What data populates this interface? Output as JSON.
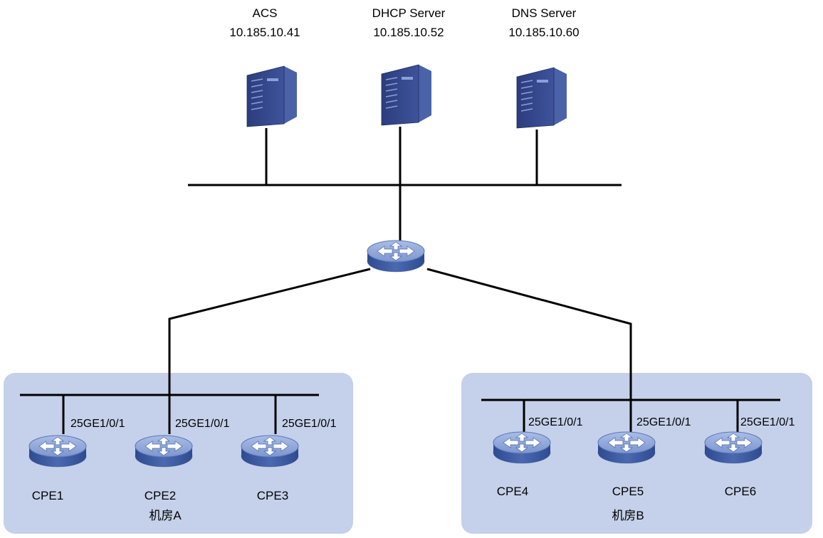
{
  "servers": [
    {
      "name": "ACS",
      "ip": "10.185.10.41",
      "icon": "server-icon"
    },
    {
      "name": "DHCP Server",
      "ip": "10.185.10.52",
      "icon": "server-icon"
    },
    {
      "name": "DNS Server",
      "ip": "10.185.10.60",
      "icon": "server-icon"
    }
  ],
  "core": {
    "icon": "switch-icon"
  },
  "rooms": [
    {
      "name": "机房A",
      "devices": [
        {
          "name": "CPE1",
          "port": "25GE1/0/1",
          "icon": "switch-icon"
        },
        {
          "name": "CPE2",
          "port": "25GE1/0/1",
          "icon": "switch-icon"
        },
        {
          "name": "CPE3",
          "port": "25GE1/0/1",
          "icon": "switch-icon"
        }
      ]
    },
    {
      "name": "机房B",
      "devices": [
        {
          "name": "CPE4",
          "port": "25GE1/0/1",
          "icon": "switch-icon"
        },
        {
          "name": "CPE5",
          "port": "25GE1/0/1",
          "icon": "switch-icon"
        },
        {
          "name": "CPE6",
          "port": "25GE1/0/1",
          "icon": "switch-icon"
        }
      ]
    }
  ],
  "colors": {
    "room_fill": "#c5d1ea",
    "device_top": "#8ea6d6",
    "device_side": "#3f5da3",
    "server_body": "#34468a",
    "line": "#000000"
  }
}
